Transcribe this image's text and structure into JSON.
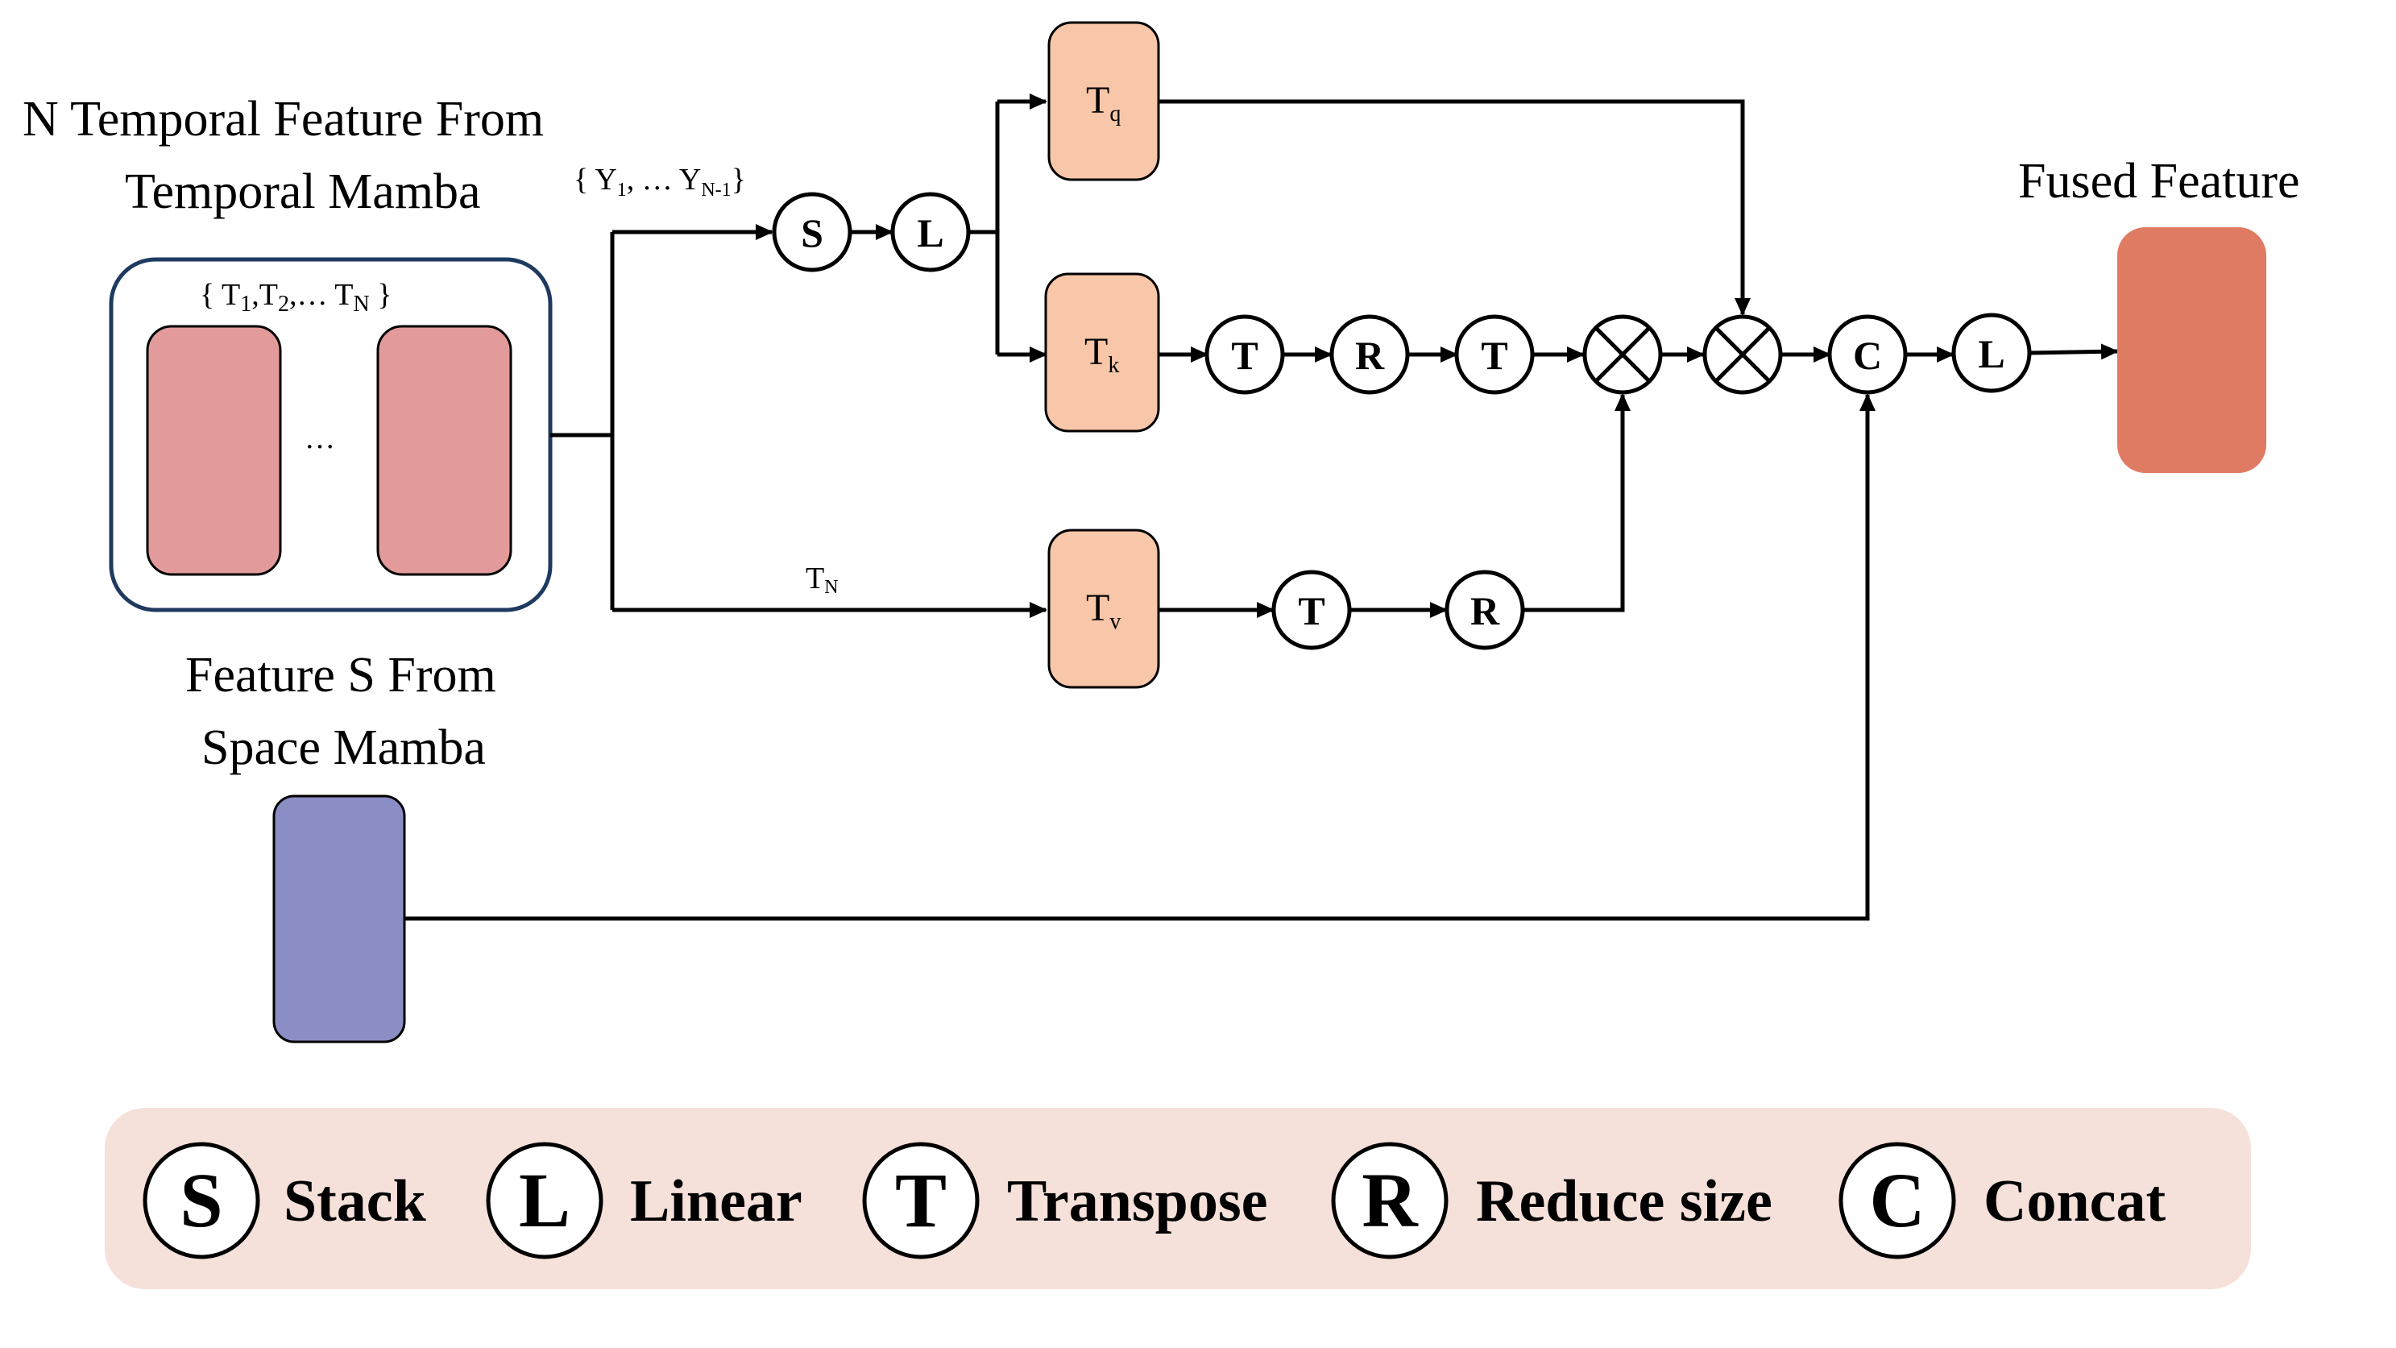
{
  "input_temporal": {
    "title_line1": "N Temporal Feature From",
    "title_line2": "Temporal Mamba",
    "set_label": "{ T",
    "set_sub1": "1",
    "set_mid1": ",T",
    "set_sub2": "2",
    "set_mid2": ",… T",
    "set_subN": "N",
    "set_close": " }",
    "ellipsis": "…"
  },
  "y_set": {
    "open": "{ Y",
    "sub1": "1",
    "mid": ", … Y",
    "subN1": "N-1",
    "close": "}"
  },
  "input_space": {
    "title_line1": "Feature S From",
    "title_line2": "Space Mamba"
  },
  "tn_label": {
    "main": "T",
    "sub": "N"
  },
  "boxes": {
    "tq": {
      "main": "T",
      "sub": "q"
    },
    "tk": {
      "main": "T",
      "sub": "k"
    },
    "tv": {
      "main": "T",
      "sub": "v"
    }
  },
  "nodes": {
    "s": "S",
    "l1": "L",
    "t1": "T",
    "r1": "R",
    "t2": "T",
    "c": "C",
    "l2": "L",
    "t3": "T",
    "r2": "R"
  },
  "output": {
    "title": "Fused Feature"
  },
  "legend": {
    "items": [
      {
        "letter": "S",
        "text": "Stack"
      },
      {
        "letter": "L",
        "text": "Linear"
      },
      {
        "letter": "T",
        "text": "Transpose"
      },
      {
        "letter": "R",
        "text": "Reduce size"
      },
      {
        "letter": "C",
        "text": "Concat"
      }
    ]
  },
  "colors": {
    "temporal_block": "#e29a9b",
    "qkv_box": "#f8c6a8",
    "space_block": "#8b8ec5",
    "fused_block": "#e07b63",
    "legend_bg": "#f6e1da",
    "container_border": "#1f3a5f"
  }
}
